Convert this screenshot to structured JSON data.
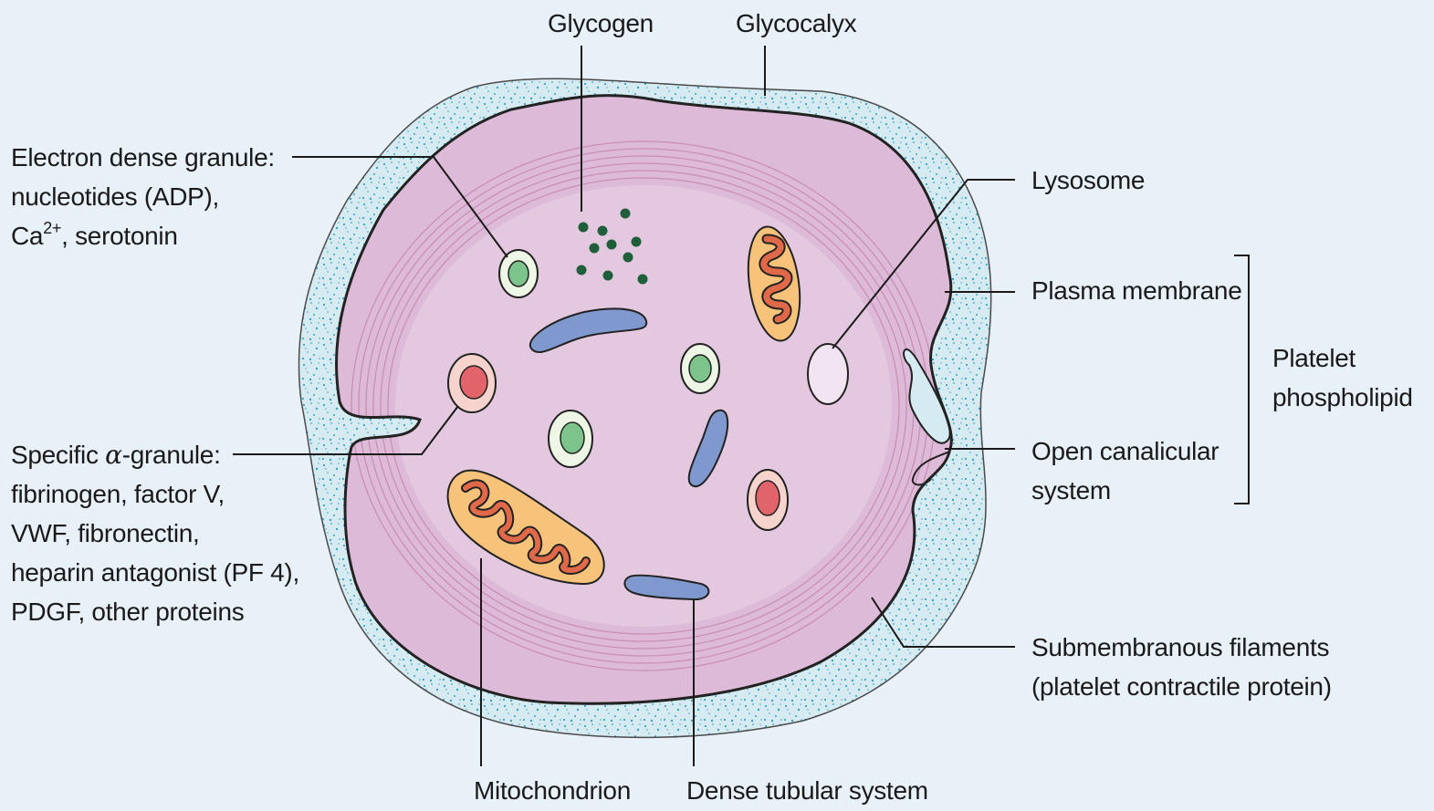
{
  "diagram": {
    "labels": {
      "glycogen": "Glycogen",
      "glycocalyx": "Glycocalyx",
      "electron_dense_granule": {
        "line1": "Electron dense granule:",
        "line2": "nucleotides (ADP),",
        "line3_prefix": "Ca",
        "line3_sup": "2+",
        "line3_suffix": ", serotonin"
      },
      "lysosome": "Lysosome",
      "plasma_membrane": "Plasma membrane",
      "platelet_phospholipid": {
        "line1": "Platelet",
        "line2": "phospholipid"
      },
      "open_canalicular_system": {
        "line1": "Open canalicular",
        "line2": "system"
      },
      "specific_alpha_granule": {
        "line1_prefix": "Specific ",
        "line1_symbol": "α",
        "line1_suffix": "-granule:",
        "line2": "fibrinogen, factor V,",
        "line3": "VWF, fibronectin,",
        "line4": "heparin antagonist (PF 4),",
        "line5": "PDGF, other proteins"
      },
      "submembranous_filaments": {
        "line1": "Submembranous filaments",
        "line2": "(platelet contractile protein)"
      },
      "mitochondrion": "Mitochondrion",
      "dense_tubular_system": "Dense tubular system"
    },
    "colors": {
      "background": "#e8f0f8",
      "glycocalyx_fill": "#d6ebf1",
      "glycocalyx_dots": "#3aa3c2",
      "cytoplasm": "#dcbad8",
      "cytoplasm_inner": "#e3c8df",
      "filaments": "#c98fb4",
      "dense_granule_ring": "#eef6e6",
      "dense_granule_core": "#7cc48c",
      "alpha_granule_ring": "#f6d3cc",
      "alpha_granule_core": "#e0646a",
      "mitochondrion_outer": "#f7c37a",
      "mitochondrion_crista": "#e0694a",
      "tubule": "#7f99cf",
      "lysosome": "#f2e4f0",
      "glycogen_dot": "#1f5e3a",
      "line": "#1a1a1a"
    }
  }
}
